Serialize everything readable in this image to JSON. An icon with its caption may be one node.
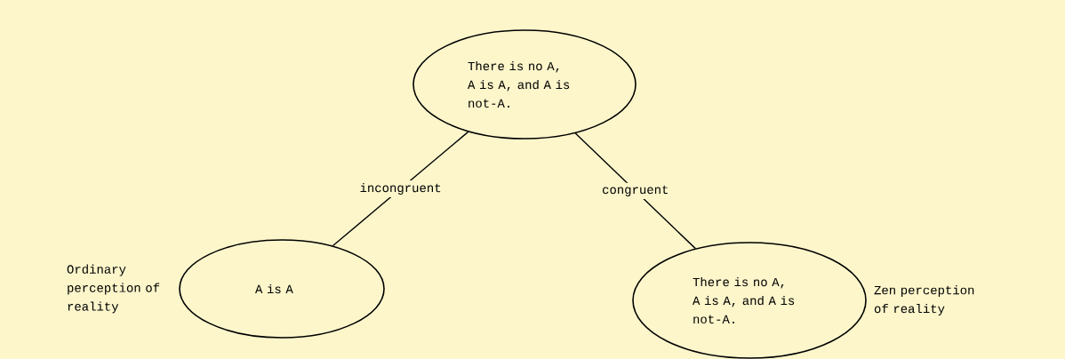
{
  "diagram": {
    "nodes": [
      {
        "text": [
          "There is no A, A is A, and A is not-A."
        ]
      },
      {
        "text": [
          "A is A"
        ],
        "beside": [
          "Ordinary perception of reality"
        ]
      },
      {
        "text": [
          "There is no A, A is A, and A is not-A."
        ],
        "beside": [
          "Zen perception of reality"
        ]
      }
    ],
    "edges": [
      {
        "from": 0,
        "to": 1,
        "arrow": "none",
        "label": "incongruent"
      },
      {
        "from": 0,
        "to": 2,
        "arrow": "none",
        "label": "congruent"
      }
    ]
  }
}
